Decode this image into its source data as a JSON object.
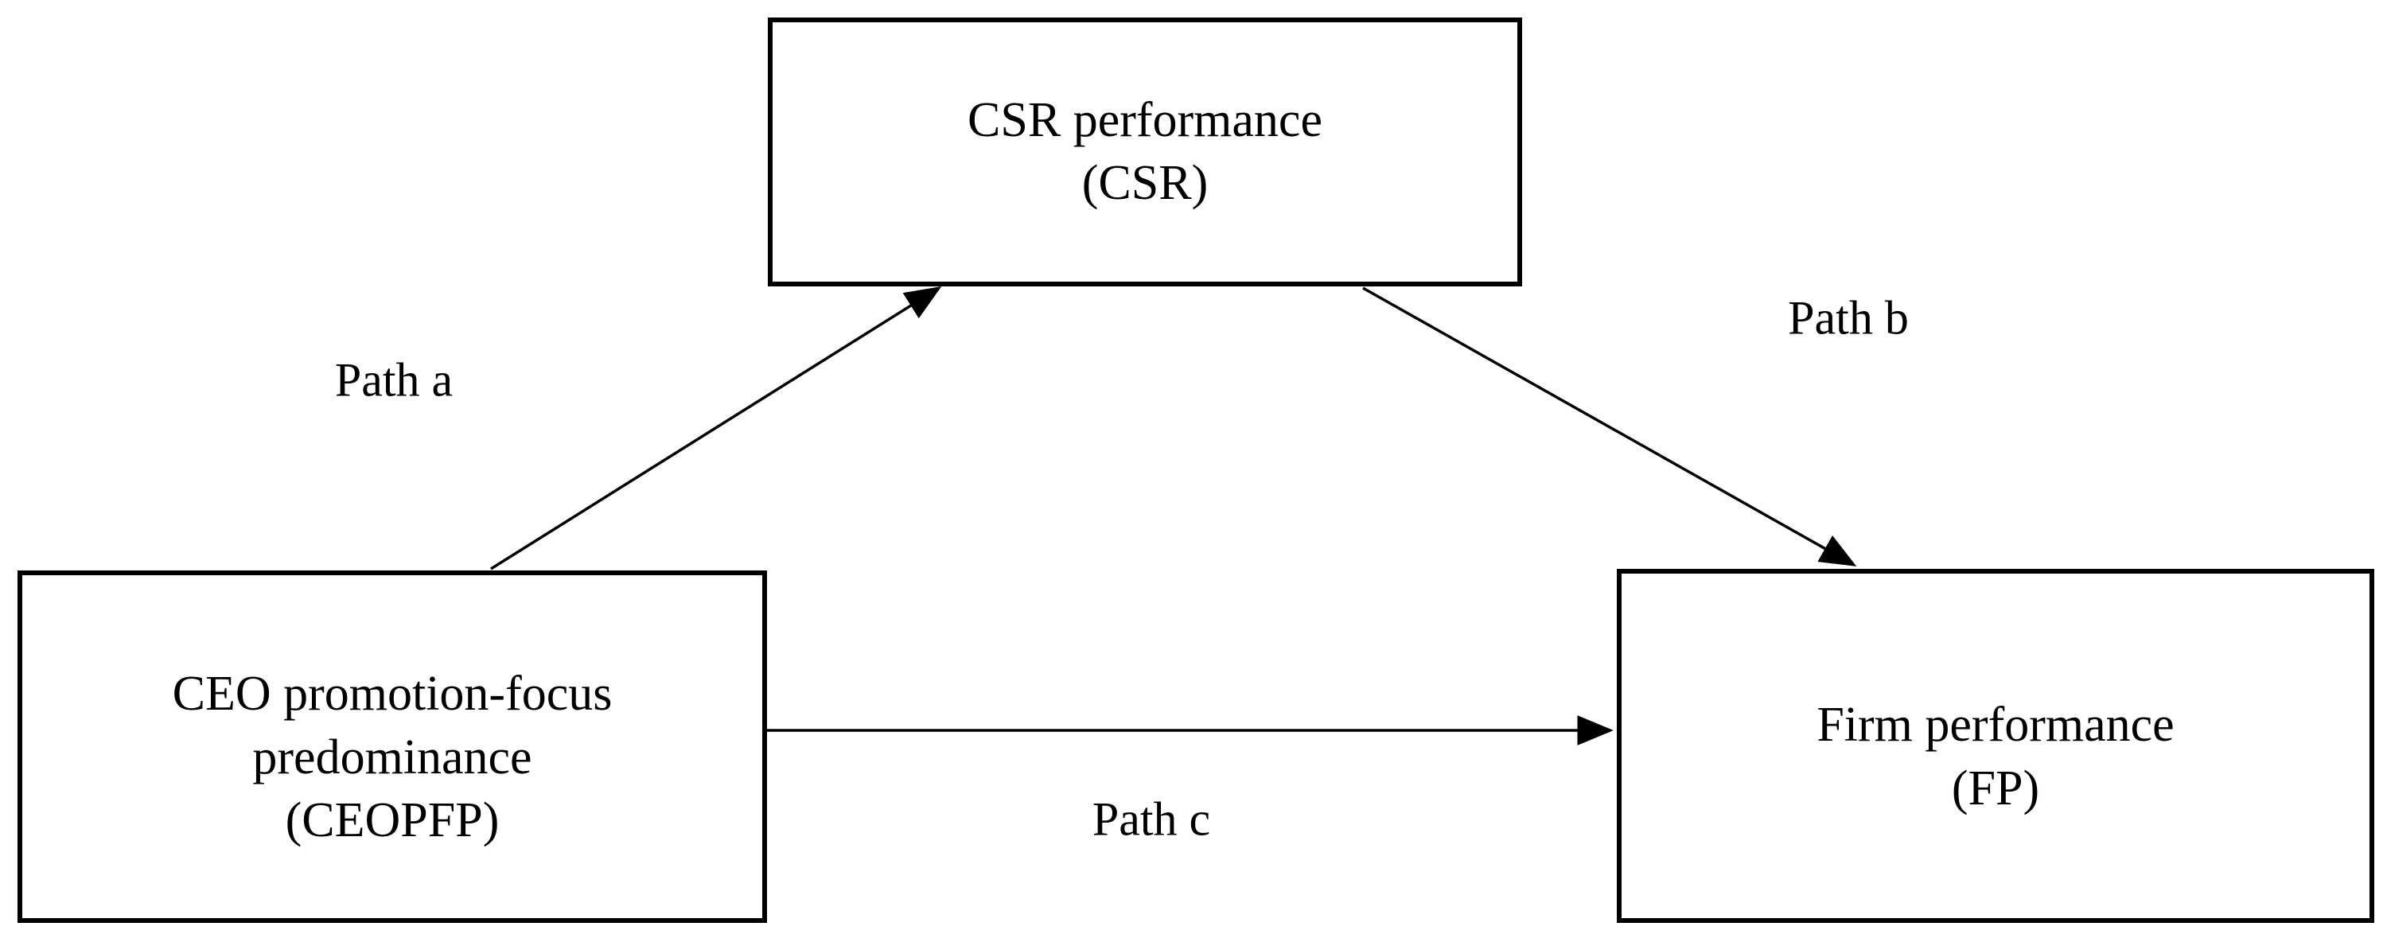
{
  "diagram": {
    "title_implicit": "Mediation model of CEO promotion-focus predominance, CSR performance and firm performance",
    "boxes": {
      "csr": {
        "line1": "CSR performance",
        "line2": "(CSR)"
      },
      "ceopfp": {
        "line1": "CEO promotion-focus",
        "line2": "predominance",
        "line3": "(CEOPFP)"
      },
      "fp": {
        "line1": "Firm performance",
        "line2": "(FP)"
      }
    },
    "path_labels": {
      "a": "Path a",
      "b": "Path b",
      "c": "Path c"
    },
    "edges": [
      {
        "from": "CEOPFP",
        "to": "CSR",
        "label": "Path a"
      },
      {
        "from": "CSR",
        "to": "FP",
        "label": "Path b"
      },
      {
        "from": "CEOPFP",
        "to": "FP",
        "label": "Path c"
      }
    ],
    "colors": {
      "line": "#000000",
      "background": "#ffffff",
      "text": "#000000"
    }
  }
}
